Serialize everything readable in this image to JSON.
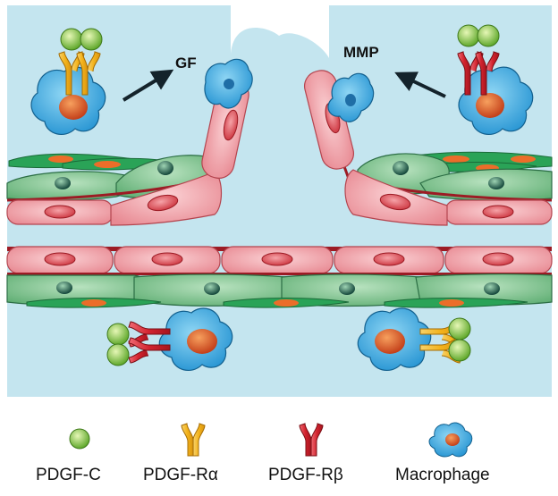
{
  "annotations": {
    "gf": "GF",
    "mmp": "MMP"
  },
  "legend": [
    {
      "label": "PDGF-C",
      "icon": "pdgf-c-ligand-icon"
    },
    {
      "label": "PDGF-Rα",
      "icon": "pdgf-r-alpha-receptor-icon"
    },
    {
      "label": "PDGF-Rβ",
      "icon": "pdgf-r-beta-receptor-icon"
    },
    {
      "label": "Macrophage",
      "icon": "macrophage-cell-icon"
    }
  ],
  "colors": {
    "background": "#c4e5ef",
    "endothelial": "#ec9aa1",
    "endothelial_nucleus": "#d4454f",
    "smooth_muscle": "#7cc38d",
    "smooth_muscle_nucleus": "#1f5b47",
    "fibroblast": "#2aa357",
    "fibroblast_nucleus": "#ec6d29",
    "macrophage": "#3eaee2",
    "macrophage_nucleus": "#e35b26",
    "pdgf_c": "#7fc241",
    "pdgf_r_alpha": "#f2b31b",
    "pdgf_r_beta": "#d2232e"
  }
}
